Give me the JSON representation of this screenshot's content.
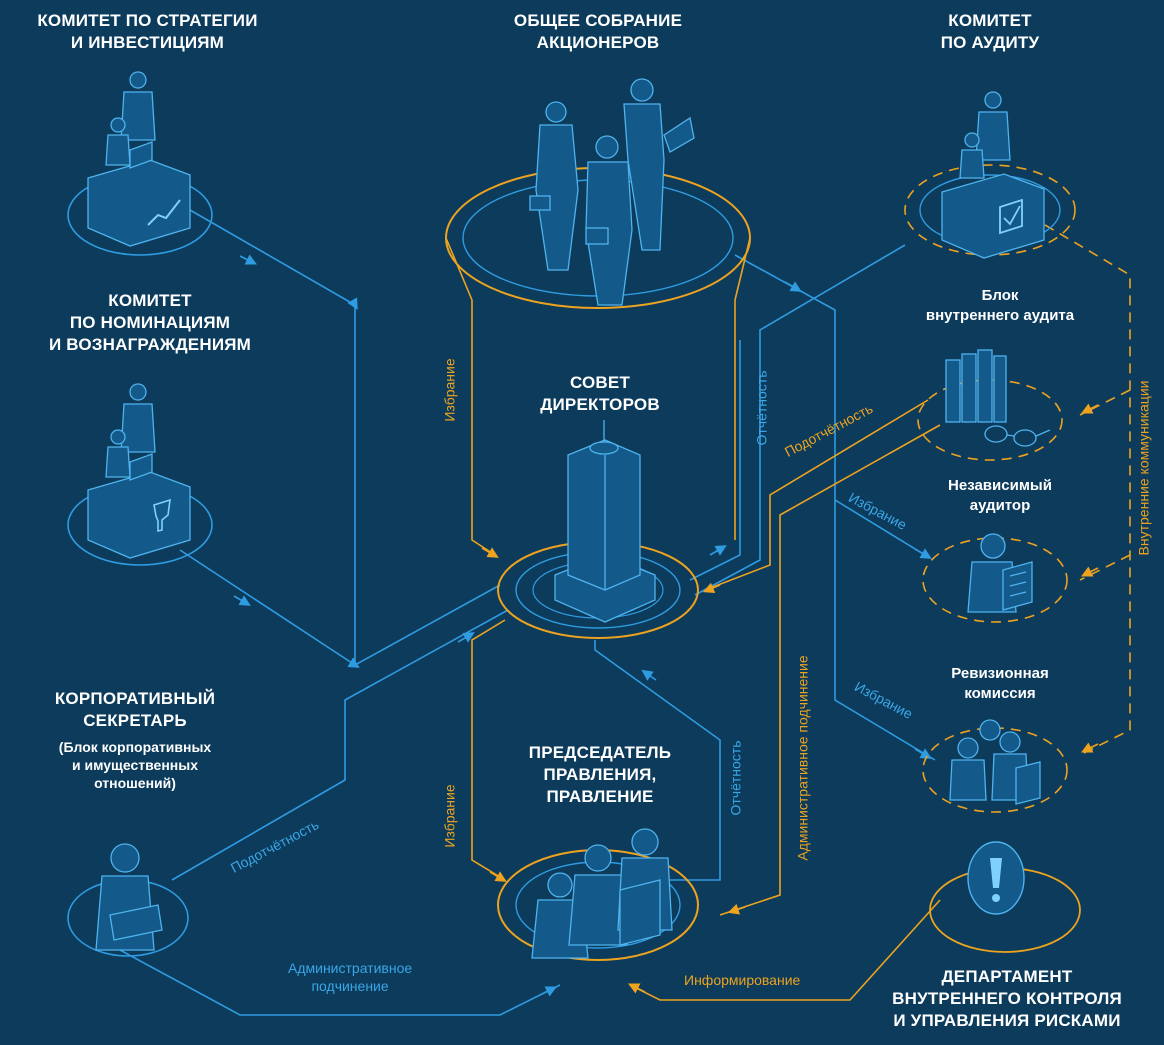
{
  "colors": {
    "background": "#0c3b5c",
    "line_blue": "#2f9be0",
    "line_orange": "#eda31f",
    "figure_fill": "#1a6fa4",
    "figure_stroke": "#4fb3ee"
  },
  "nodes": {
    "strategy_committee": "КОМИТЕТ ПО СТРАТЕГИИ\nИ ИНВЕСТИЦИЯМ",
    "shareholders_meeting": "ОБЩЕЕ СОБРАНИЕ\nАКЦИОНЕРОВ",
    "audit_committee": "КОМИТЕТ\nПО АУДИТУ",
    "nomination_committee": "КОМИТЕТ\nПО НОМИНАЦИЯМ\nИ ВОЗНАГРАЖДЕНИЯМ",
    "board_of_directors": "СОВЕТ\nДИРЕКТОРОВ",
    "internal_audit": "Блок\nвнутреннего аудита",
    "independent_auditor": "Независимый\nаудитор",
    "revision_commission": "Ревизионная\nкомиссия",
    "corporate_secretary": "КОРПОРАТИВНЫЙ\nСЕКРЕТАРЬ",
    "corporate_secretary_sub": "(Блок корпоративных\nи имущественных\nотношений)",
    "management_board": "ПРЕДСЕДАТЕЛЬ\nПРАВЛЕНИЯ,\nПРАВЛЕНИЕ",
    "risk_department": "ДЕПАРТАМЕНТ\nВНУТРЕННЕГО КОНТРОЛЯ\nИ УПРАВЛЕНИЯ РИСКАМИ"
  },
  "edges": {
    "election_board": "Избрание",
    "reporting_board": "Отчётность",
    "accountability_audit": "Подотчётность",
    "election_auditor": "Избрание",
    "election_revision": "Избрание",
    "internal_communications": "Внутренние коммуникации",
    "election_management": "Избрание",
    "reporting_management": "Отчётность",
    "administrative_subordination_vertical": "Административное подчинение",
    "accountability_secretary": "Подотчётность",
    "administrative_subordination_secretary": "Административное\nподчинение",
    "informing": "Информирование"
  },
  "icons": {
    "strategy_desk": "growth-chart-icon",
    "nomination_desk": "trophy-icon",
    "audit_desk": "checkmark-icon",
    "internal_audit": "books-glasses-icon",
    "independent_auditor": "checklist-person-icon",
    "revision_commission": "group-checklist-icon",
    "risk_department": "exclamation-icon",
    "board_of_directors": "tower-icon"
  }
}
